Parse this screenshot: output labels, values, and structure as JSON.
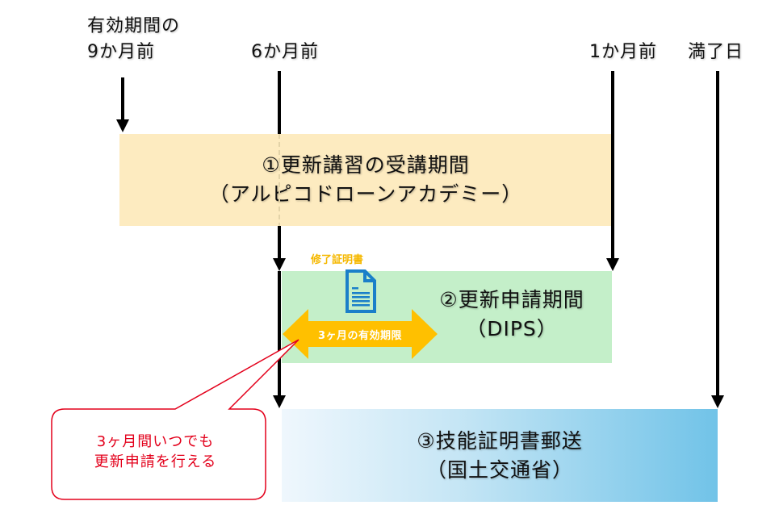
{
  "timeline_markers": [
    {
      "id": "9-months-before",
      "label_line1": "有効期間の",
      "label_line2": "9か月前"
    },
    {
      "id": "6-months-before",
      "label": "6か月前"
    },
    {
      "id": "1-month-before",
      "label": "1か月前"
    },
    {
      "id": "expiry-date",
      "label": "満了日"
    }
  ],
  "periods": [
    {
      "id": "course-period",
      "title": "①更新講習の受講期間",
      "subtitle": "（アルピコドローンアカデミー）",
      "color": "#fdebc0"
    },
    {
      "id": "application-period",
      "title": "②更新申請期間",
      "subtitle": "（DIPS）",
      "color": "#c4efc9"
    },
    {
      "id": "certificate-mailing",
      "title": "③技能証明書郵送",
      "subtitle": "（国土交通省）",
      "color": "#71c3e8"
    }
  ],
  "certificate": {
    "label": "修了証明書",
    "icon": "document-icon",
    "label_color": "#f5b800",
    "icon_color": "#1a7fc9"
  },
  "validity_arrow": {
    "label": "3ヶ月の有効期限",
    "color": "#ffc000"
  },
  "callout": {
    "line1": "3ヶ月間いつでも",
    "line2": "更新申請を行える",
    "color": "#e3001b"
  }
}
